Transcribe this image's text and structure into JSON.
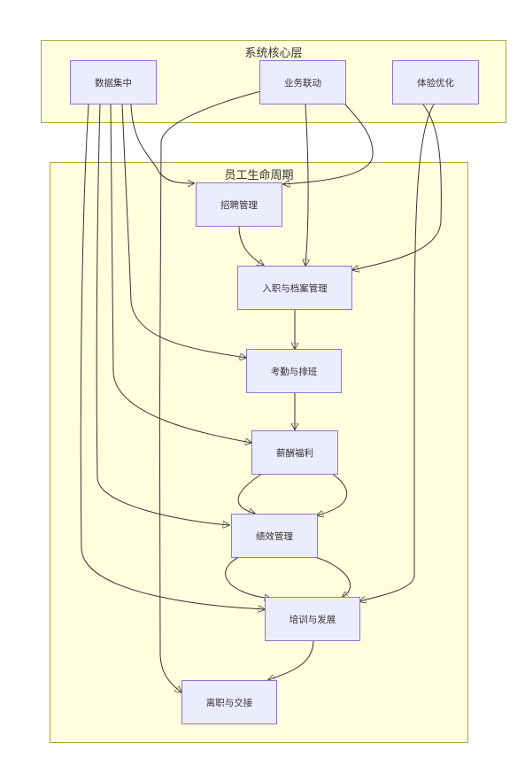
{
  "clusters": {
    "system_core": "系统核心层",
    "employee_lifecycle": "员工生命周期"
  },
  "nodes": {
    "data_center": "数据集中",
    "business_link": "业务联动",
    "experience": "体验优化",
    "recruit": "招聘管理",
    "onboard": "入职与档案管理",
    "attendance": "考勤与排班",
    "salary": "薪酬福利",
    "performance": "绩效管理",
    "training": "培训与发展",
    "resign": "离职与交接"
  }
}
